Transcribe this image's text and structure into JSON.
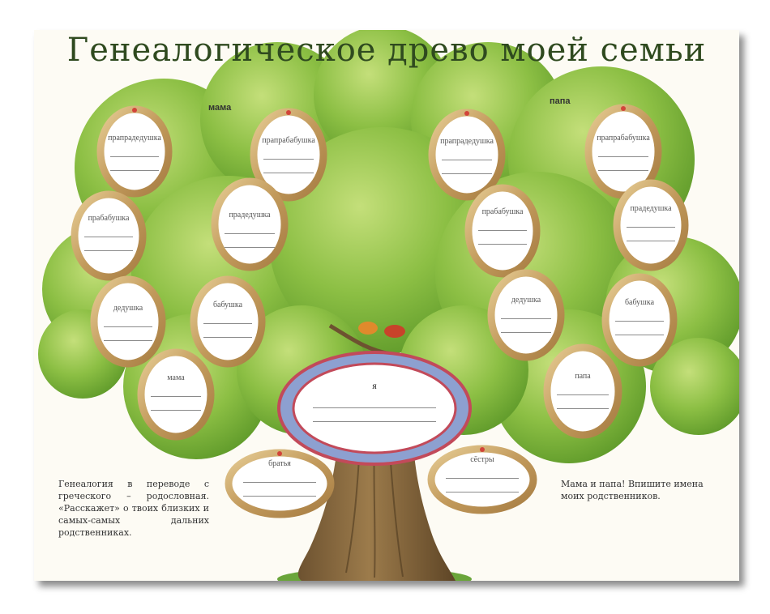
{
  "title": "Генеалогическое древо моей семьи",
  "branches": {
    "left": "мама",
    "right": "папа"
  },
  "frames": {
    "l_ggf": "прапрадедушка",
    "l_ggm": "прапрабабушка",
    "l_gm": "прабабушка",
    "l_gf": "прадедушка",
    "l_df": "дедушка",
    "l_bm": "бабушка",
    "l_mom": "мама",
    "r_ggf": "прапрадедушка",
    "r_ggm": "прапрабабушка",
    "r_gm": "прабабушка",
    "r_gf": "прадедушка",
    "r_df": "дедушка",
    "r_bm": "бабушка",
    "r_dad": "папа",
    "me": "я",
    "brothers": "братья",
    "sisters": "сёстры"
  },
  "notes": {
    "left": "Генеалогия в переводе с греческого – родословная. «Расскажет» о твоих близких и самых-самых дальних родственниках.",
    "right": "Мама и папа! Впишите имена моих родственников."
  },
  "colors": {
    "foliage": "#7fb23a",
    "foliage_light": "#b3d46a",
    "trunk": "#8a6a3e",
    "frame_gold": "#c9a46a",
    "center_ring": "#8da0d0"
  }
}
